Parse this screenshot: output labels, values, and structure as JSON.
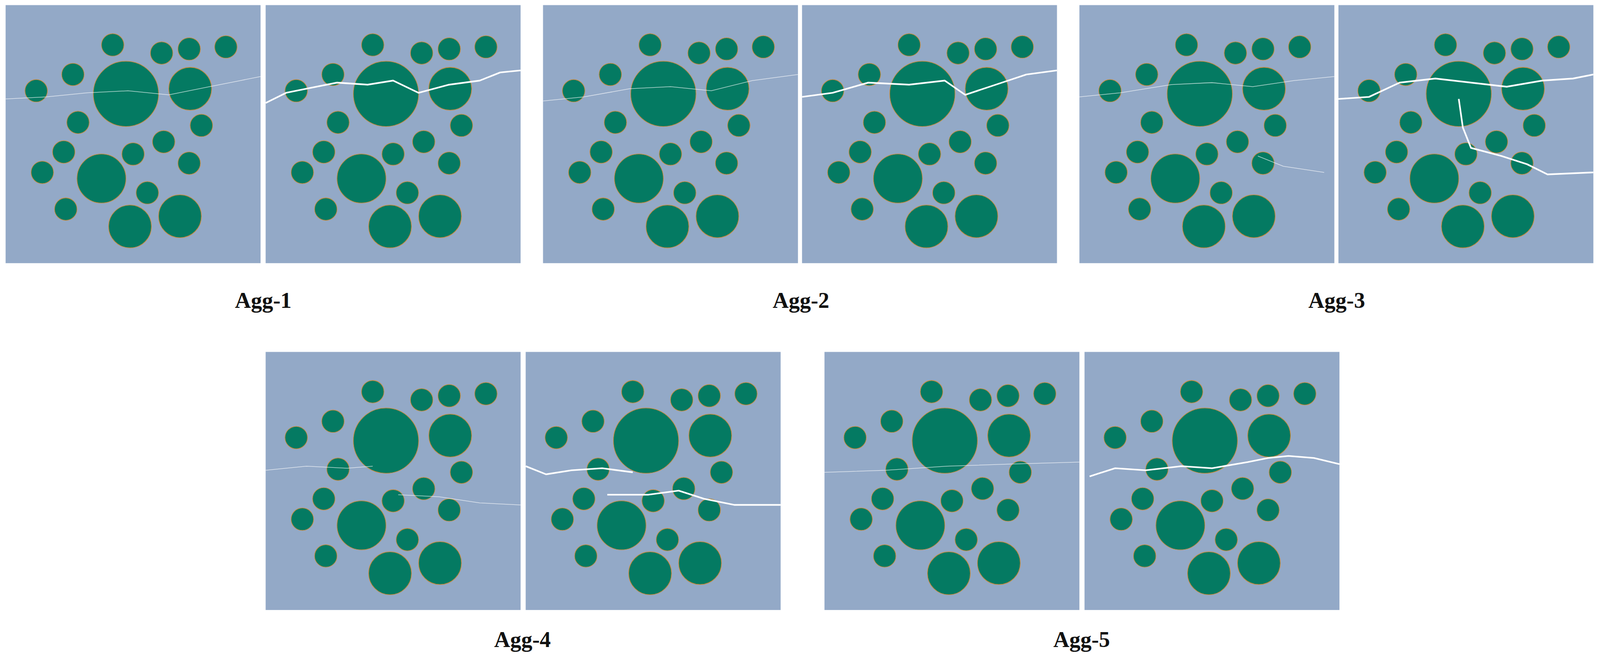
{
  "diagram": {
    "labels": [
      "Agg-1",
      "Agg-2",
      "Agg-3",
      "Agg-4",
      "Agg-5"
    ]
  }
}
